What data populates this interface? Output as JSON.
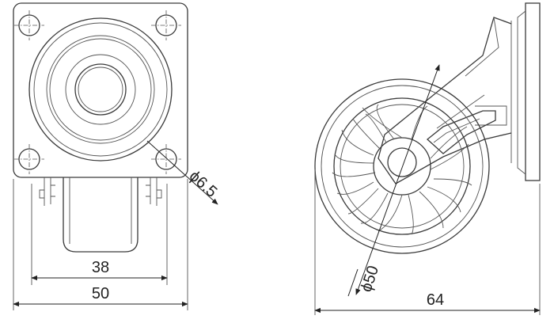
{
  "dimensions": {
    "wheel_width": "38",
    "plate_width": "50",
    "hole_diameter": "ϕ6.5",
    "wheel_diameter": "ϕ50",
    "overall_height": "64"
  },
  "colors": {
    "line": "#3a3a3a",
    "background": "#ffffff"
  }
}
